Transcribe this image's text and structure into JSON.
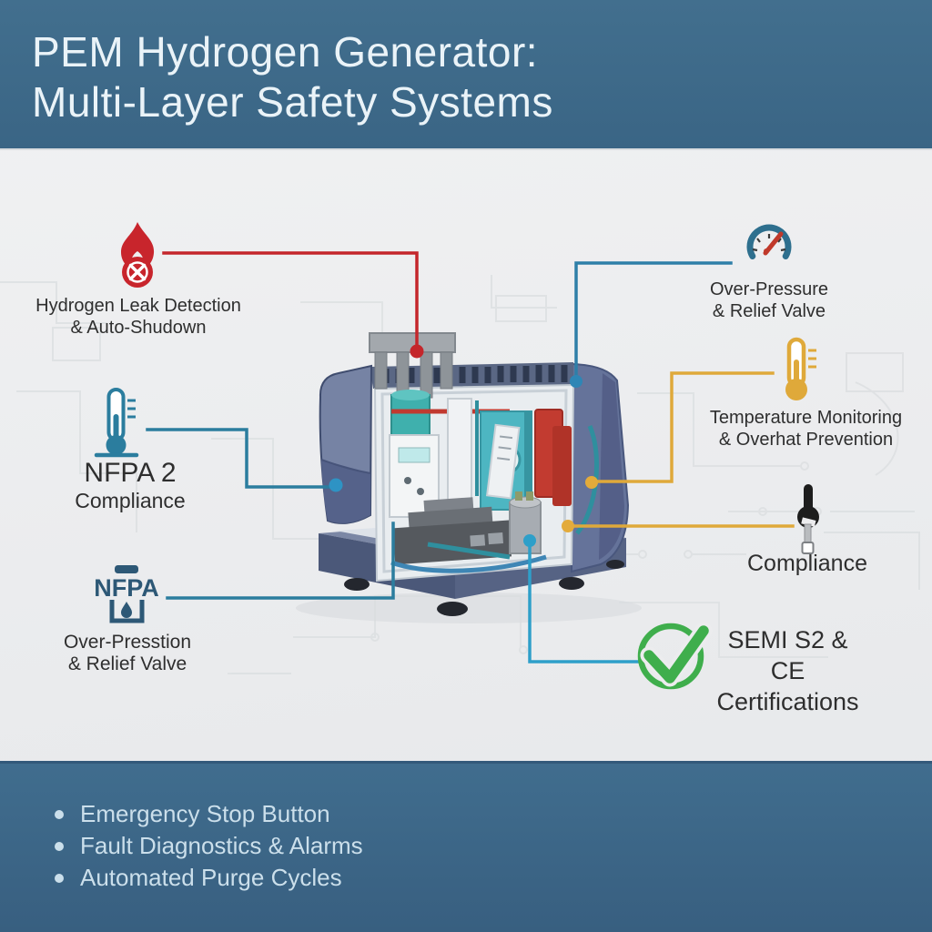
{
  "header": {
    "title_line1": "PEM Hydrogen Generator:",
    "title_line2": "Multi-Layer Safety Systems"
  },
  "callouts": {
    "leak": {
      "line1": "Hydrogen Leak Detection",
      "line2": "& Auto-Shudown",
      "icon": "flame-prohibited-icon",
      "color": "#c8252c"
    },
    "overpressure": {
      "line1": "Over-Pressure",
      "line2": "& Relief Valve",
      "icon": "gauge-icon",
      "color": "#2e6f8e"
    },
    "nfpa2": {
      "line1": "NFPA 2",
      "line2": "Compliance",
      "icon": "thermometer-icon",
      "color": "#2b7d9e"
    },
    "temperature": {
      "line1": "Temperature Monitoring",
      "line2": "& Overhat Prevention",
      "icon": "thermometer-icon",
      "color": "#dfa93a"
    },
    "nfpa": {
      "icon_text": "NFPA",
      "line1": "Over-Presstion",
      "line2": "& Relief Valve",
      "icon": "nfpa-droplet-icon",
      "color": "#2d5876"
    },
    "wrench": {
      "line1": "Compliance",
      "icon": "wrench-icon",
      "color": "#1d1d1d"
    },
    "certifications": {
      "line1": "SEMI S2 & CE",
      "line2": "Certifications",
      "icon": "check-circle-icon",
      "color": "#3fae4c"
    }
  },
  "footer": {
    "bullets": [
      "Emergency Stop Button",
      "Fault Diagnostics & Alarms",
      "Automated Purge Cycles"
    ]
  },
  "colors": {
    "header_bg": "#3e6b8a",
    "footer_bg": "#3c688a",
    "body_bg": "#ececee",
    "red": "#c8252c",
    "blue": "#2e86b5",
    "teal": "#2b7d9e",
    "yellow": "#dfa93a",
    "green": "#3fae4c",
    "text_dark": "#2e2e2e",
    "title_text": "#eaf3f8",
    "footer_text": "#cbdfeb"
  }
}
